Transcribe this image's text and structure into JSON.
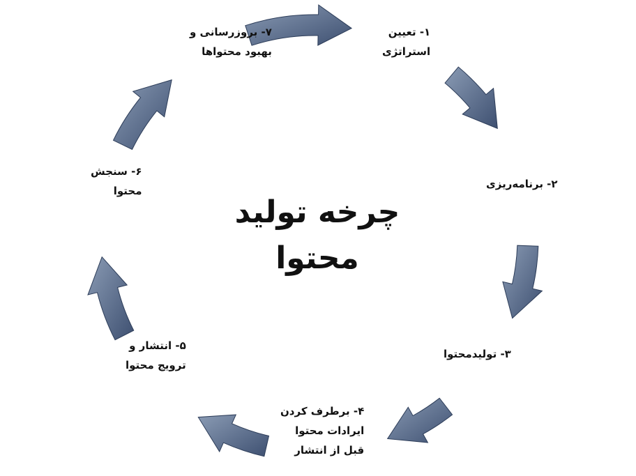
{
  "title": {
    "line1": "چرخه تولید",
    "line2": "محتوا"
  },
  "steps": [
    {
      "lines": [
        "۱- تعیین",
        "استراتژی"
      ]
    },
    {
      "lines": [
        "۲- برنامه‌ریزی"
      ]
    },
    {
      "lines": [
        "۳- تولیدمحتوا"
      ]
    },
    {
      "lines": [
        "۴- برطرف کردن",
        "ایرادات محتوا",
        "قبل از انتشار"
      ]
    },
    {
      "lines": [
        "۵- انتشار و",
        "ترویج محتوا"
      ]
    },
    {
      "lines": [
        "۶- سنجش",
        "محتوا"
      ]
    },
    {
      "lines": [
        "۷- بروزرسانی و",
        "بهبود محتواها"
      ]
    }
  ],
  "colors": {
    "arrow_light": "#8a9bb4",
    "arrow_dark": "#3e5071",
    "arrow_edge": "#2d3d59"
  }
}
